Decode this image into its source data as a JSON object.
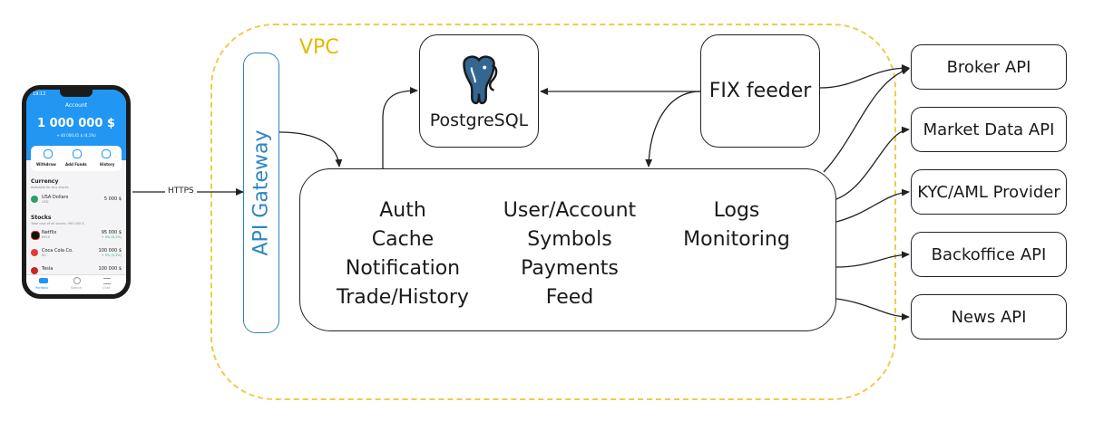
{
  "vpc_label": "VPC",
  "gateway_label": "API Gateway",
  "database": {
    "label": "PostgreSQL",
    "icon": "postgresql-elephant-icon"
  },
  "feeder_label": "FIX feeder",
  "connection_label": "HTTPS",
  "services": {
    "col1": [
      "Auth",
      "Cache",
      "Notification",
      "Trade/History"
    ],
    "col2": [
      "User/Account",
      "Symbols",
      "Payments",
      "Feed"
    ],
    "col3": [
      "Logs",
      "Monitoring"
    ]
  },
  "external_apis": [
    "Broker API",
    "Market Data API",
    "KYC/AML Provider",
    "Backoffice API",
    "News API"
  ],
  "phone": {
    "time": "19:12",
    "title": "Account",
    "balance": "1 000 000 $",
    "delta": "+ 40 000,41 $ (4,1%)",
    "actions": [
      "Withdraw",
      "Add Funds",
      "History"
    ],
    "currency_header": "Currency",
    "currency_sub": "Available for buy stocks",
    "currency_rows": [
      {
        "name": "USA Dollars",
        "code": "USD",
        "value": "5 000 $"
      }
    ],
    "stocks_header": "Stocks",
    "stocks_sub": "Total cost of all stocks: 990 000 $",
    "stock_rows": [
      {
        "name": "Netflix",
        "code": "NFLX",
        "value": "95 000 $",
        "change": "+ 5% (0,1%)"
      },
      {
        "name": "Coca Cola Co.",
        "code": "KO",
        "value": "100 000 $",
        "change": "+ 5% (0,1%)"
      },
      {
        "name": "Tesla",
        "code": "",
        "value": "100 000 $",
        "change": ""
      }
    ],
    "nav": [
      "Portfolio",
      "Search",
      "Chat"
    ]
  },
  "colors": {
    "vpc_border": "#f2c94c",
    "gateway": "#2e86c1",
    "phone_accent": "#2196f3",
    "line": "#222222"
  }
}
